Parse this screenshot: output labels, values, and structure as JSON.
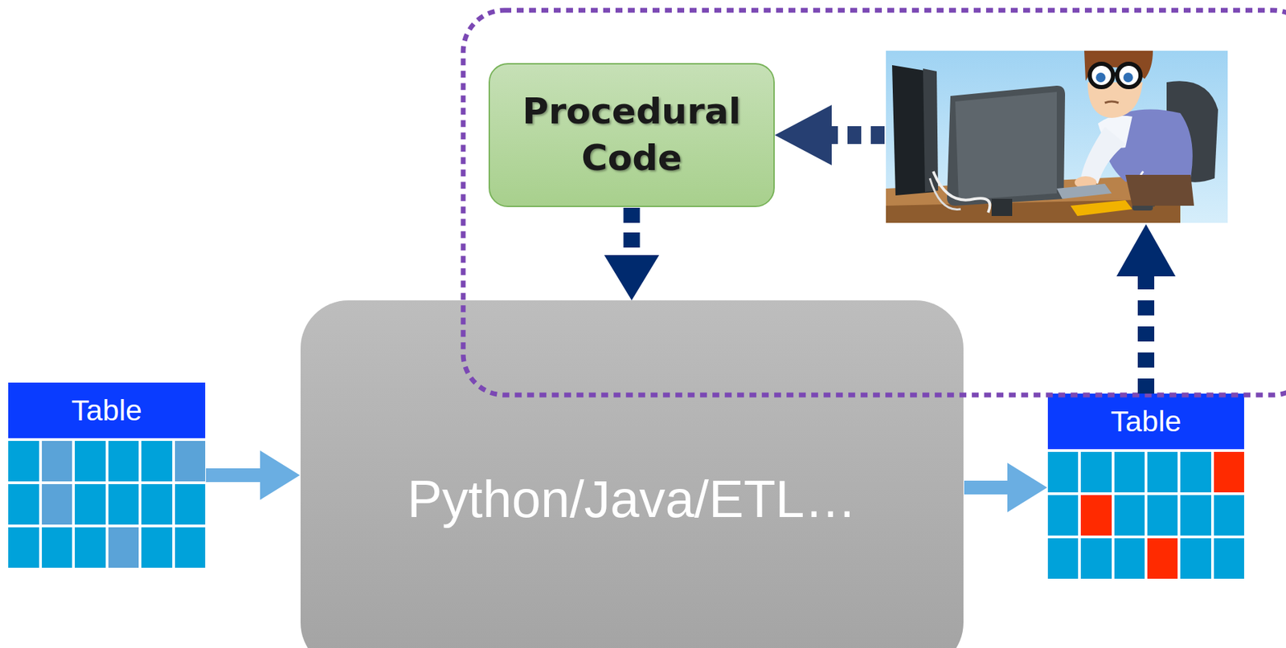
{
  "diagram": {
    "nodes": [
      {
        "text": [
          "Procedural Code"
        ]
      },
      {
        "text": [
          "Table"
        ]
      },
      {
        "text": [
          "Python/Java/ETL…"
        ]
      },
      {
        "text": [
          "Table"
        ]
      }
    ],
    "edges": [
      {
        "from": 1,
        "to": 2,
        "arrow": "to"
      },
      {
        "from": 2,
        "to": 3,
        "arrow": "to"
      },
      {
        "from": 0,
        "to": 2,
        "arrow": "to"
      }
    ]
  }
}
